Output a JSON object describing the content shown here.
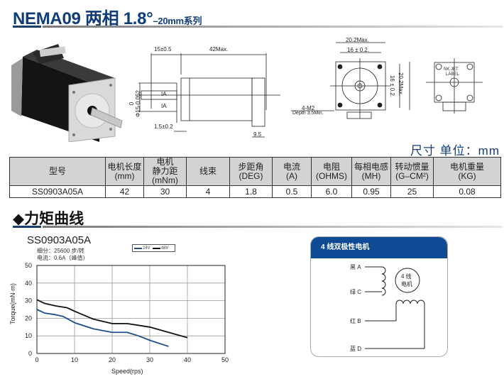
{
  "header": {
    "title_main": "NEMA09 两相 1.8°",
    "title_sub": "–20mm系列"
  },
  "drawing": {
    "side_view": {
      "shaft_length": "15±0.5",
      "body_length": "42Max.",
      "diameter_top": "0",
      "diameter": "Φ15-0.052",
      "flat_label_1": "IA",
      "flat_label_2": "IA",
      "flange": "1.5±0.2",
      "rear": "9.5"
    },
    "front_view": {
      "overall_width": "20.2Max.",
      "hole_spacing_h": "16 ± 0.2.",
      "hole_spacing_v": "16 ± 0.2.",
      "overall_height": "20.2Max.",
      "thread": "4-M2",
      "depth": "Depth 3.5Min."
    },
    "rear_view": {
      "label_line1": "NK JET",
      "label_line2": "LABEL"
    }
  },
  "units_label": "尺寸  单位：mm",
  "spec_table": {
    "headers": [
      [
        "型号"
      ],
      [
        "电机长度",
        "(mm)"
      ],
      [
        "电机",
        "静力距",
        "(mNm)"
      ],
      [
        "线束"
      ],
      [
        "步距角",
        "(DEG)"
      ],
      [
        "电流",
        "(A)"
      ],
      [
        "电阻",
        "(OHMS)"
      ],
      [
        "每相电感",
        "(MH)"
      ],
      [
        "转动惯量",
        "(G–CM²)"
      ],
      [
        "电机重量",
        "(KG)"
      ]
    ],
    "rows": [
      [
        "SS0903A05A",
        "42",
        "30",
        "4",
        "1.8",
        "0.5",
        "6.0",
        "0.95",
        "25",
        "0.08"
      ]
    ]
  },
  "torque_section": {
    "title": "◆力矩曲线",
    "model": "SS0903A05A",
    "note_1": "细分：25600 步/转",
    "note_2": "电流：0.6A（峰值）"
  },
  "chart_data": {
    "type": "line",
    "title": "SS0903A05A",
    "xlabel": "Speed(rps)",
    "ylabel": "Torque(mN·m)",
    "xlim": [
      0,
      50
    ],
    "ylim": [
      0,
      50
    ],
    "xticks": [
      "0",
      "10",
      "20",
      "30",
      "40",
      "50"
    ],
    "yticks": [
      "0",
      "10",
      "20",
      "30",
      "40",
      "50"
    ],
    "grid": true,
    "legend_position": "top",
    "series": [
      {
        "name": "24V",
        "color": "#1f4e8c",
        "x": [
          0,
          2,
          5,
          7,
          10,
          15,
          20,
          24,
          27,
          30,
          35
        ],
        "values": [
          25,
          23,
          22,
          21,
          17.5,
          14,
          12,
          12,
          10,
          7.5,
          4
        ]
      },
      {
        "name": "48V",
        "color": "#111111",
        "x": [
          0,
          2,
          5,
          8,
          10,
          15,
          20,
          24,
          27,
          30,
          35,
          40
        ],
        "values": [
          30.5,
          28.5,
          27,
          26,
          24,
          19.5,
          17,
          17,
          16,
          15,
          12,
          9
        ]
      }
    ]
  },
  "wiring": {
    "title": "4 线双极性电机",
    "leads": [
      "黑 A",
      "绿 C",
      "红 B",
      "蓝 D"
    ],
    "motor_label_1": "4 线",
    "motor_label_2": "电机"
  },
  "colors": {
    "brand_blue": "#0f3d7a",
    "header_blue": "#0f4b94",
    "table_header_bg": "#d2d3d5"
  }
}
